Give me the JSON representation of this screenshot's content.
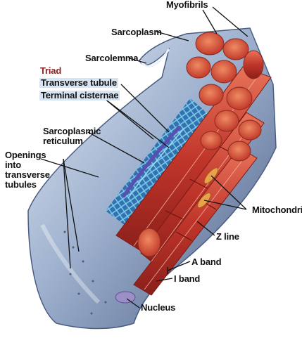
{
  "labels": {
    "myofibrils": "Myofibrils",
    "sarcoplasm": "Sarcoplasm",
    "sarcolemma": "Sarcolemma",
    "triad": "Triad",
    "transverse_tubule": "Transverse tubule",
    "terminal_cisternae": "Terminal cisternae",
    "sarcoplasmic_reticulum": "Sarcoplasmic\nreticulum",
    "openings": "Openings\ninto\ntransverse\ntubules",
    "mitochondria": "Mitochondria",
    "z_line": "Z line",
    "a_band": "A band",
    "i_band": "I band",
    "nucleus": "Nucleus"
  },
  "colors": {
    "sarcolemma": "#8ea3c3",
    "sarcolemma_dark": "#5c6f93",
    "myofibril": "#c9382a",
    "myofibril_light": "#e06a4a",
    "reticulum": "#3aa0d8",
    "t_tubule": "#5a4fb0",
    "triad_text": "#8b1f1f",
    "highlight_box": "#d7e4f2"
  }
}
